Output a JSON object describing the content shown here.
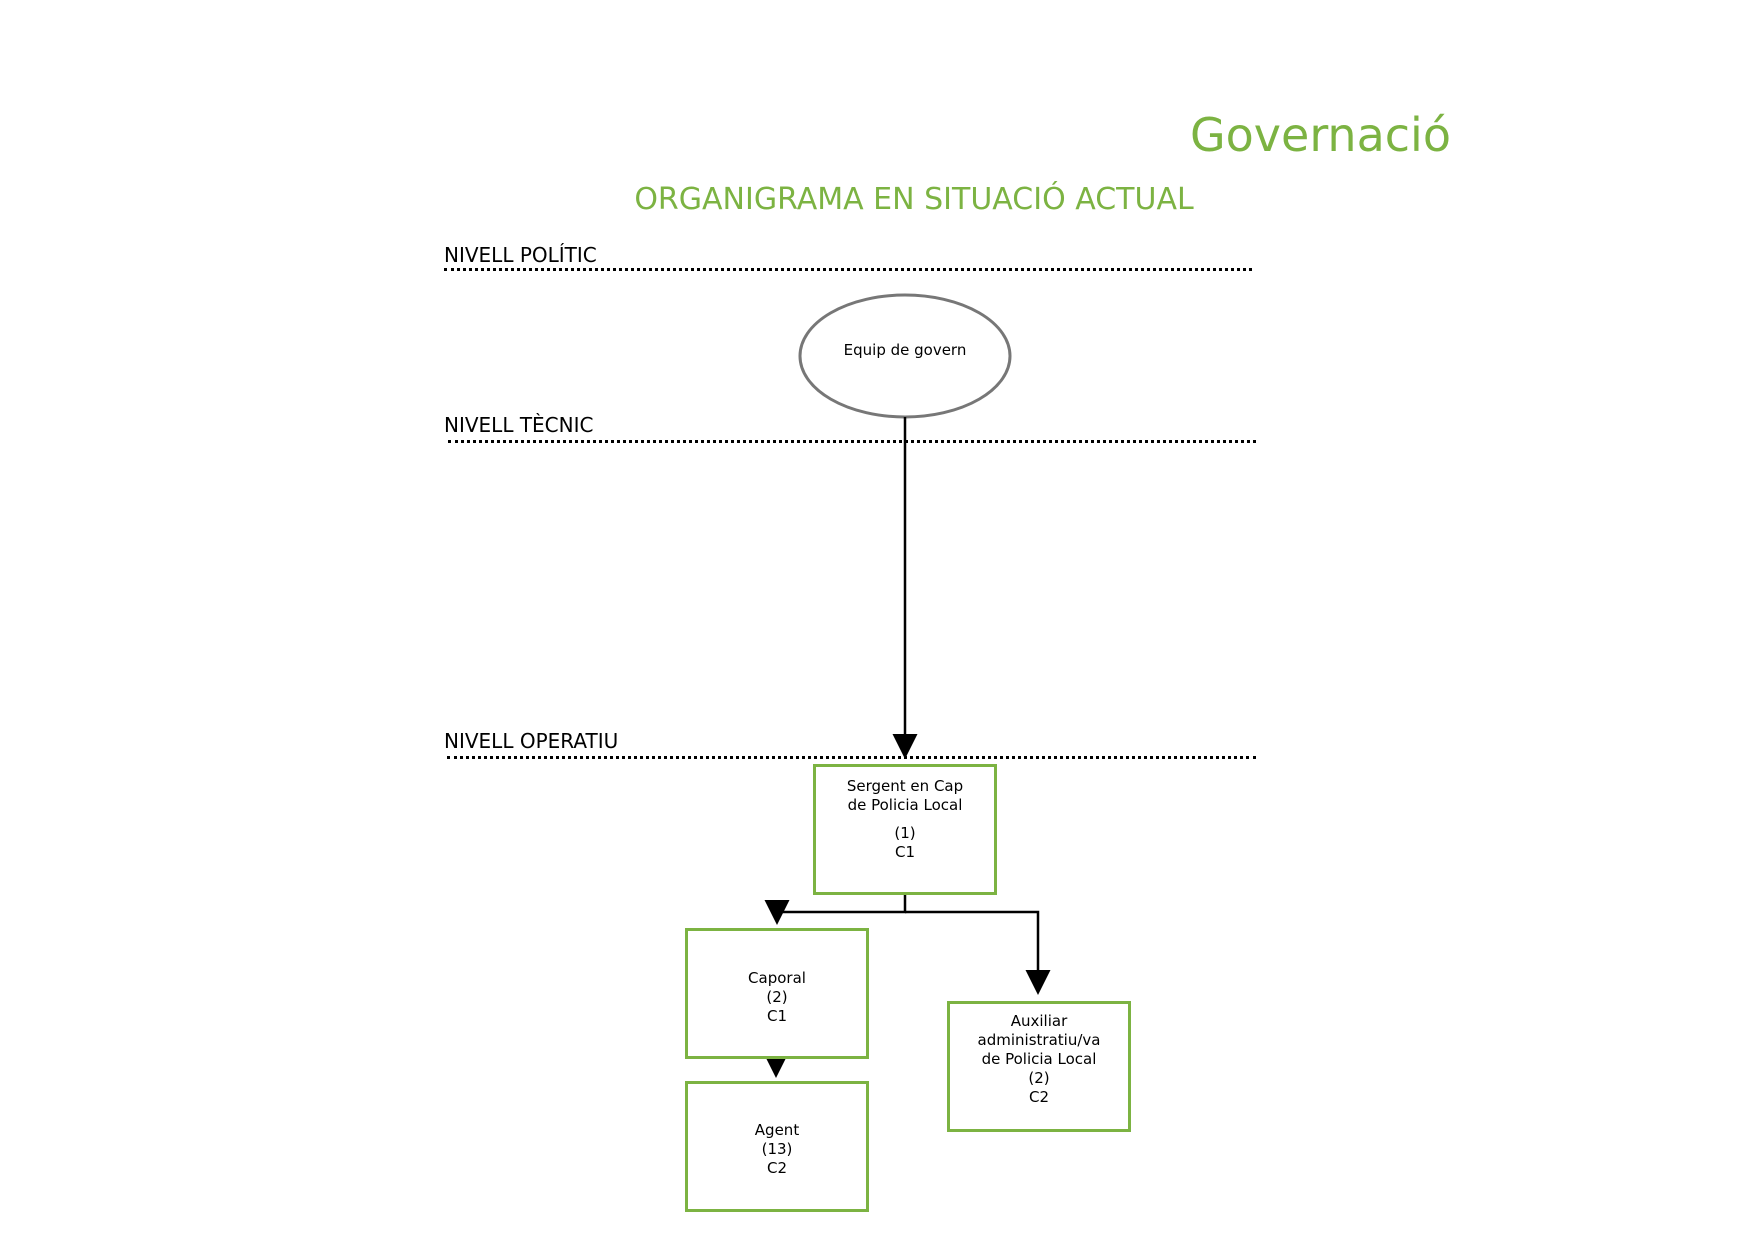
{
  "header": {
    "department": "Governació",
    "title": "ORGANIGRAMA EN SITUACIÓ ACTUAL"
  },
  "levels": {
    "politic": "NIVELL POLÍTIC",
    "tecnic": "NIVELL TÈCNIC",
    "operatiu": "NIVELL OPERATIU"
  },
  "nodes": {
    "equip_govern": {
      "label": "Equip de govern"
    },
    "sergent": {
      "line1": "Sergent en Cap",
      "line2": "de Policia Local",
      "count": "(1)",
      "group": "C1"
    },
    "caporal": {
      "line1": "Caporal",
      "count": "(2)",
      "group": "C1"
    },
    "agent": {
      "line1": "Agent",
      "count": "(13)",
      "group": "C2"
    },
    "auxiliar": {
      "line1": "Auxiliar",
      "line2": "administratiu/va",
      "line3": "de Policia Local",
      "count": "(2)",
      "group": "C2"
    }
  },
  "colors": {
    "accent": "#7cb342",
    "ellipse_border": "#777777",
    "connector": "#000000"
  }
}
